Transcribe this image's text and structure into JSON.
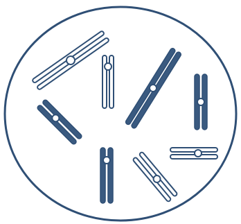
{
  "figure": {
    "colors": {
      "outline": "#2f4f75",
      "filled": "#3a5a80",
      "hollow_fill": "#ffffff",
      "background": "#ffffff"
    },
    "icons": [
      "cell-outline-icon",
      "chromosome-icon"
    ],
    "chromosomes": [
      {
        "id": "c1",
        "style": "hollow",
        "label": ""
      },
      {
        "id": "c2",
        "style": "hollow",
        "label": ""
      },
      {
        "id": "c3",
        "style": "filled",
        "label": ""
      },
      {
        "id": "c4",
        "style": "filled",
        "label": ""
      },
      {
        "id": "c5",
        "style": "filled",
        "label": ""
      },
      {
        "id": "c6",
        "style": "filled",
        "label": ""
      },
      {
        "id": "c7",
        "style": "hollow",
        "label": ""
      },
      {
        "id": "c8",
        "style": "hollow",
        "label": ""
      }
    ]
  }
}
